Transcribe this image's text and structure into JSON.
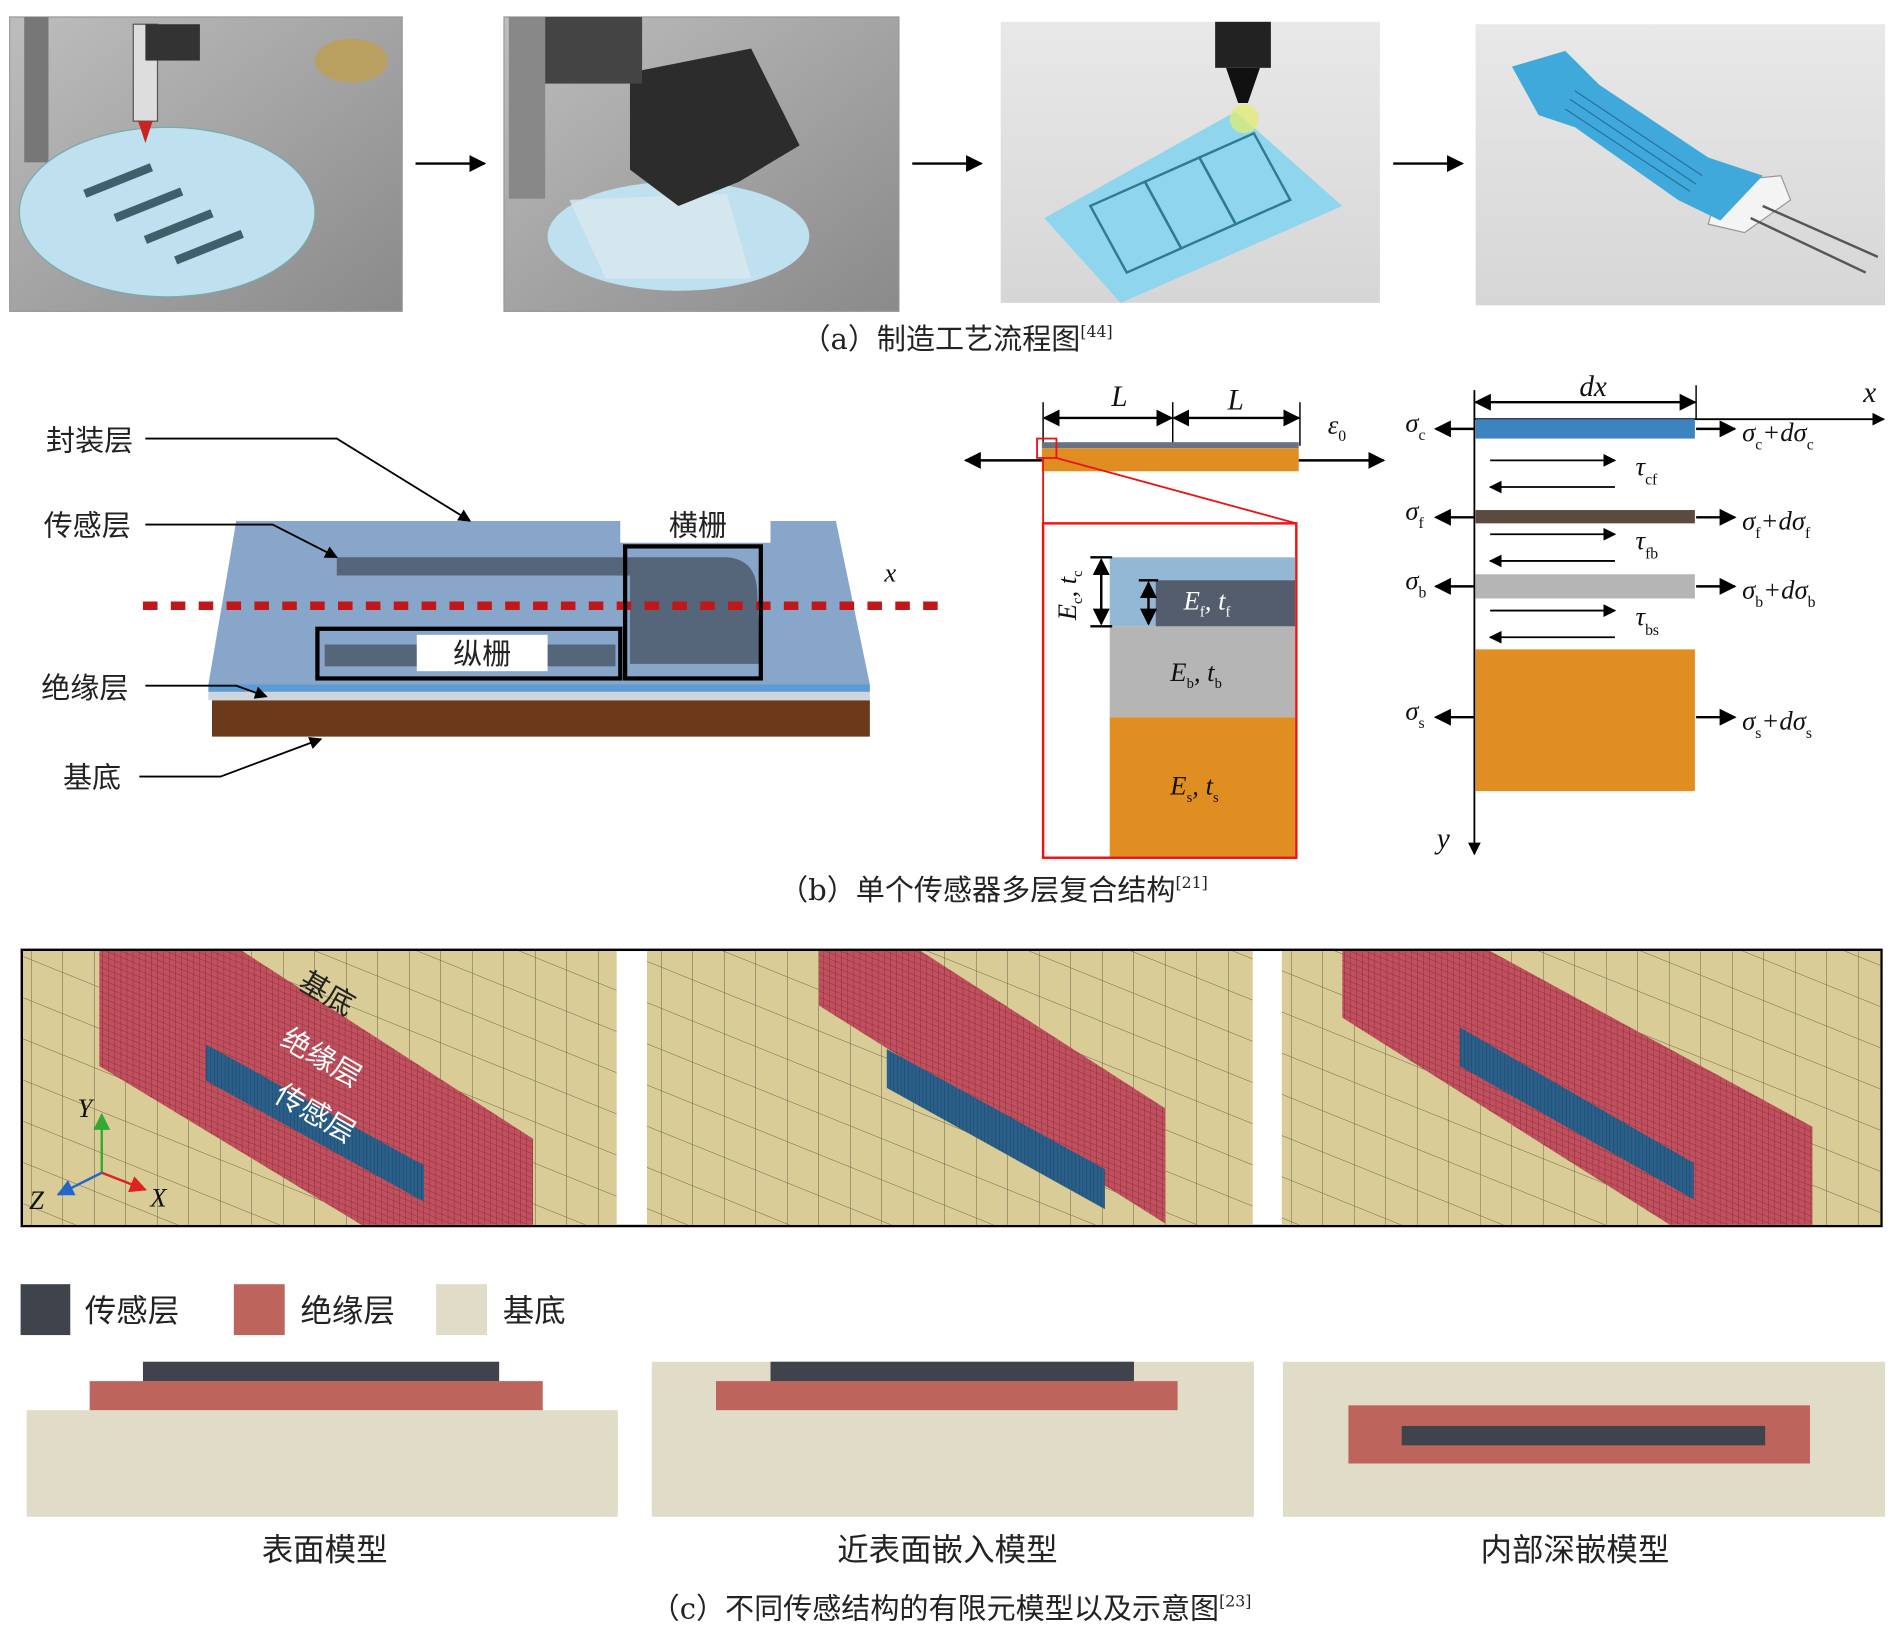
{
  "panel_a": {
    "caption": "（a）制造工艺流程图",
    "caption_ref": "[44]",
    "steps": [
      "dispensing-printing",
      "laminating",
      "nozzle-printing",
      "finished-sensor"
    ]
  },
  "panel_b": {
    "caption": "（b）单个传感器多层复合结构",
    "caption_ref": "[21]",
    "labels": {
      "encapsulation": "封装层",
      "sensing": "传感层",
      "insulation": "绝缘层",
      "substrate": "基底",
      "transverse_grid": "横栅",
      "longitudinal_grid": "纵栅",
      "x_axis": "x"
    },
    "dims": {
      "L1": "L",
      "L2": "L",
      "strain": "ε",
      "strain_sub": "0"
    },
    "layers": {
      "c": {
        "E": "E",
        "sub": "c",
        "t": "t"
      },
      "f": {
        "E": "E",
        "sub": "f",
        "t": "t"
      },
      "b": {
        "E": "E",
        "sub": "b",
        "t": "t"
      },
      "s": {
        "E": "E",
        "sub": "s",
        "t": "t"
      }
    },
    "free_body": {
      "dx": "dx",
      "x": "x",
      "y": "y",
      "sigma": "σ",
      "plus_d": "+dσ",
      "tau": "τ",
      "subs": [
        "c",
        "f",
        "b",
        "s"
      ],
      "shear_subs": [
        "cf",
        "fb",
        "bs"
      ]
    },
    "colors": {
      "cover": "#4a86bf",
      "sensing": "#5a4a40",
      "insulation": "#b5b5b5",
      "substrate": "#e08e22"
    }
  },
  "panel_c": {
    "caption": "（c）不同传感结构的有限元模型以及示意图",
    "caption_ref": "[23]",
    "mesh_labels": {
      "substrate": "基底",
      "insulation": "绝缘层",
      "sensing": "传感层"
    },
    "axes": {
      "x": "X",
      "y": "Y",
      "z": "Z"
    },
    "legend": [
      {
        "label": "传感层",
        "color": "#3f434b"
      },
      {
        "label": "绝缘层",
        "color": "#bd655c"
      },
      {
        "label": "基底",
        "color": "#e1dcc7"
      }
    ],
    "models": [
      "表面模型",
      "近表面嵌入模型",
      "内部深嵌模型"
    ]
  }
}
